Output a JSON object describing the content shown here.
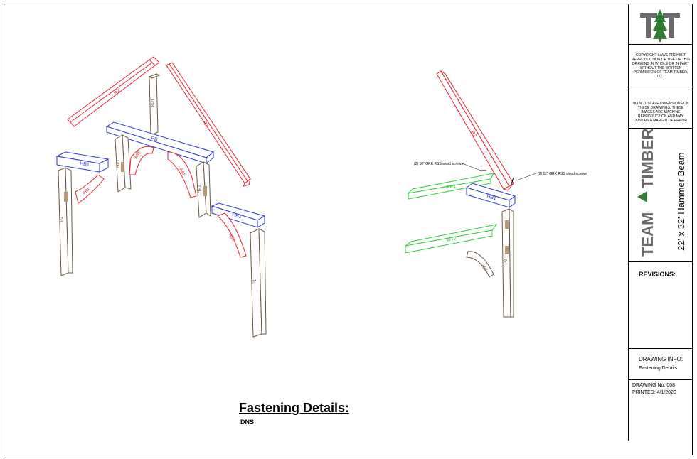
{
  "sheet": {
    "title": "Fastening Details:",
    "subtitle": "DNS"
  },
  "title_block": {
    "logo_text": "T T",
    "copyright": "COPYRIGHT LAWS PROHIBIT REPRODUCTION OR USE OF THIS DRAWING IN WHOLE OR IN PART WITHOUT THE WRITTEN PERMISSION OF TEAM TIMBER, LLC.",
    "dimensions_note": "DO NOT SCALE DIMENSIONS ON THESE DRAWINGS. THESE IMAGES ARE MACHINE REPRODUCTION AND MAY CONTAIN A MARGIN OF ERROR.",
    "brand_top": "TEAM",
    "brand_bottom": "TIMBER",
    "project": "22' x 32' Hammer Beam",
    "revisions_label": "REVISIONS:",
    "drawing_info_label": "DRAWING INFO:",
    "drawing_info_value": "Fastening Details",
    "drawing_no": "DRAWING No. 008",
    "printed": "PRINTED: 4/1/2020"
  },
  "members": {
    "r2": "R2",
    "r1": "R1",
    "kp1": "KP1",
    "pb": "PB",
    "hb1_left": "HB1",
    "hp1_left": "HP1",
    "ab1_a": "AB1",
    "ab1_b": "AB1",
    "hp1_right": "HP1",
    "ab1_left": "AB1",
    "p2_left": "P2",
    "hb1_right": "HB1",
    "ab1_right": "AB1",
    "p1": "P1",
    "r2_right": "R2",
    "rp1": "RP1",
    "hb1_r2": "HB1",
    "wt2": "WT2",
    "ab1_r2": "AB1",
    "p2_right": "P2"
  },
  "callouts": {
    "screws_10": "(2) 10\" GRK RSS wood screws",
    "screws_12": "(2) 12\" GRK RSS wood screws"
  },
  "colors": {
    "rafter": "#e8242b",
    "beam": "#2b3ad6",
    "post": "#6b5a3e",
    "plate": "#2ecc3a",
    "tree": "#2e7d32",
    "logo_grey": "#6a6a6a"
  }
}
